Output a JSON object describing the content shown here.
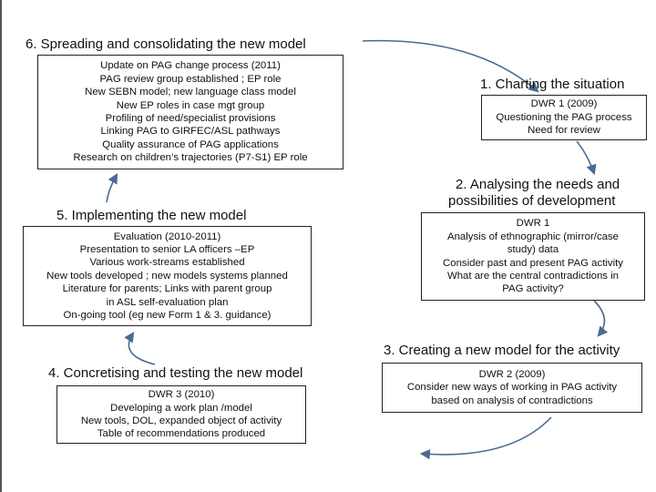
{
  "colors": {
    "arrow": "#4a6a93",
    "box_border": "#222222",
    "text": "#111111"
  },
  "stages": [
    {
      "title": "6. Spreading and consolidating the new model",
      "lines": [
        "Update on  PAG change process  (2011)",
        "PAG review group established ; EP role",
        "New SEBN model; new language class model",
        "New EP roles in case mgt group",
        "Profiling of need/specialist provisions",
        "Linking PAG to GIRFEC/ASL pathways",
        "Quality assurance of  PAG applications",
        "Research on children’s trajectories  (P7-S1) EP role"
      ]
    },
    {
      "title": "1.   Charting the situation",
      "lines": [
        "DWR 1 (2009)",
        "Questioning the PAG process",
        "Need for review"
      ]
    },
    {
      "title": "2. Analysing the needs and possibilities of development",
      "title_lines": [
        "2. Analysing the needs and",
        "possibilities of development"
      ],
      "lines": [
        "DWR 1",
        "Analysis of ethnographic  (mirror/case",
        "study) data",
        "Consider past and present  PAG activity",
        "What are the central contradictions  in",
        "PAG activity?"
      ]
    },
    {
      "title": "3. Creating a new model for the activity",
      "lines": [
        "DWR 2 (2009)",
        "Consider new ways of working  in PAG activity",
        "based on analysis of contradictions"
      ]
    },
    {
      "title": "4. Concretising and testing the new model",
      "lines": [
        "DWR  3 (2010)",
        "Developing  a work plan /model",
        "New tools,  DOL,  expanded object of activity",
        "Table of recommendations produced"
      ]
    },
    {
      "title": "5. Implementing the new model",
      "lines": [
        "Evaluation  (2010-2011)",
        "Presentation to senior LA officers –EP",
        "Various work-streams established",
        "New tools developed  ; new models systems planned",
        "Literature for parents; Links with parent group",
        "in ASL self-evaluation plan",
        "On-going tool (eg new Form 1 & 3. guidance)"
      ]
    }
  ]
}
